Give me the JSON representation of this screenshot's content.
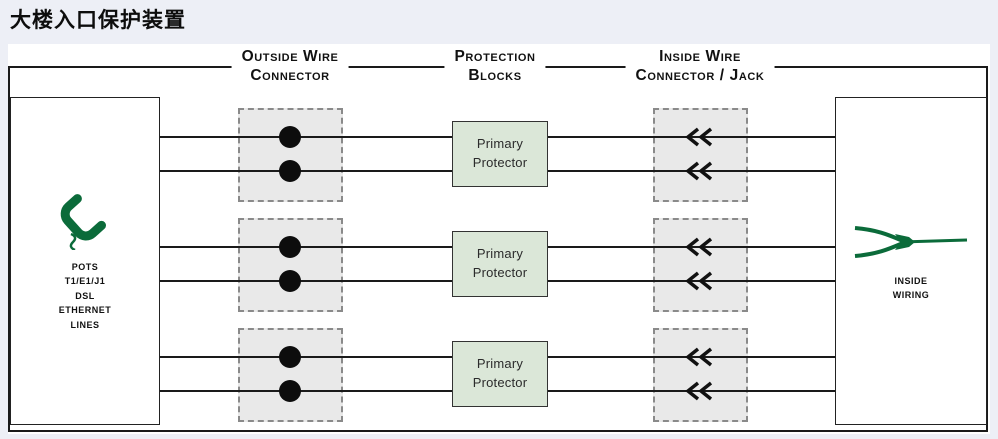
{
  "page": {
    "title": "大楼入口保护装置"
  },
  "headers": {
    "outside": {
      "line1": "Outside Wire",
      "line2": "Connector"
    },
    "protection": {
      "line1": "Protection",
      "line2": "Blocks"
    },
    "inside": {
      "line1": "Inside Wire",
      "line2": "Connector / Jack"
    }
  },
  "left_panel": {
    "icon": "telephone-icon",
    "label_lines": [
      "POTS",
      "T1/E1/J1",
      "DSL",
      "ETHERNET",
      "LINES"
    ]
  },
  "right_panel": {
    "icon": "wire-splice-icon",
    "label_lines": [
      "INSIDE",
      "WIRING"
    ]
  },
  "protector": {
    "line1": "Primary",
    "line2": "Protector"
  },
  "rows": 3,
  "colors": {
    "page_background": "#edeff6",
    "panel_background": "#ffffff",
    "connector_fill": "#e9e9e9",
    "protector_fill": "#dbe7d8",
    "accent_green": "#0b6b3a",
    "line_color": "#1a1a1a"
  }
}
